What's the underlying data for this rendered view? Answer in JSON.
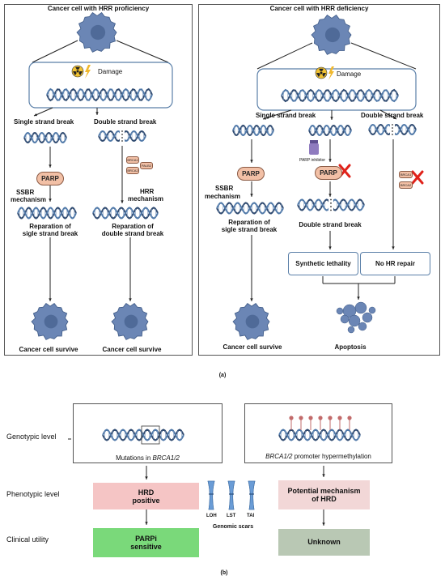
{
  "panel_a": {
    "left_title": "Cancer cell with HRR proficiency",
    "right_title": "Cancer cell with HRR deficiency",
    "damage": "Damage",
    "single_break": "Single strand break",
    "double_break": "Double strand break",
    "parp": "PARP",
    "ssbr_line1": "SSBR",
    "ssbr_line2": "mechanism",
    "hrr_line1": "HRR",
    "hrr_line2": "mechanism",
    "brca1": "BRCA1",
    "brca2": "BRCA2",
    "palb2": "PALB2",
    "rep_single_1": "Reparation of",
    "rep_single_2": "sigle strand break",
    "rep_double_1": "Reparation of",
    "rep_double_2": "double strand break",
    "survive": "Cancer cell survive",
    "parp_inhibitor": "PARP inhibitor",
    "double_break_result": "Double strand break",
    "synthetic_lethality": "Synthetic lethality",
    "no_hr_repair": "No HR repair",
    "apoptosis": "Apoptosis",
    "caption": "(a)"
  },
  "panel_b": {
    "genotypic": "Genotypic level",
    "phenotypic": "Phenotypic level",
    "clinical": "Clinical utility",
    "mutations_prefix": "Mutations in ",
    "mutations_gene": "BRCA1/2",
    "promoter_gene": "BRCA1/2",
    "promoter_suffix": " promoter hypermethylation",
    "hrd_line1": "HRD",
    "hrd_line2": "positive",
    "potential_line1": "Potential mechanism",
    "potential_line2": "of HRD",
    "parpi_line1": "PARPi",
    "parpi_line2": "sensitive",
    "unknown": "Unknown",
    "loh": "LOH",
    "lst": "LST",
    "tai": "TAI",
    "genomic_scars": "Genomic scars",
    "caption": "(b)"
  },
  "colors": {
    "cell": "#6b86b5",
    "dna": "#2f4a70",
    "parp_fill": "#f2c0a6",
    "hrd_fill": "#f5c5c5",
    "potential_fill": "#f2d7d7",
    "parpi_fill": "#7ad97a",
    "unknown_fill": "#b9c8b4",
    "cross": "#e0221a",
    "box_border": "#5a7fa8",
    "methyl": "#c26b6b"
  }
}
